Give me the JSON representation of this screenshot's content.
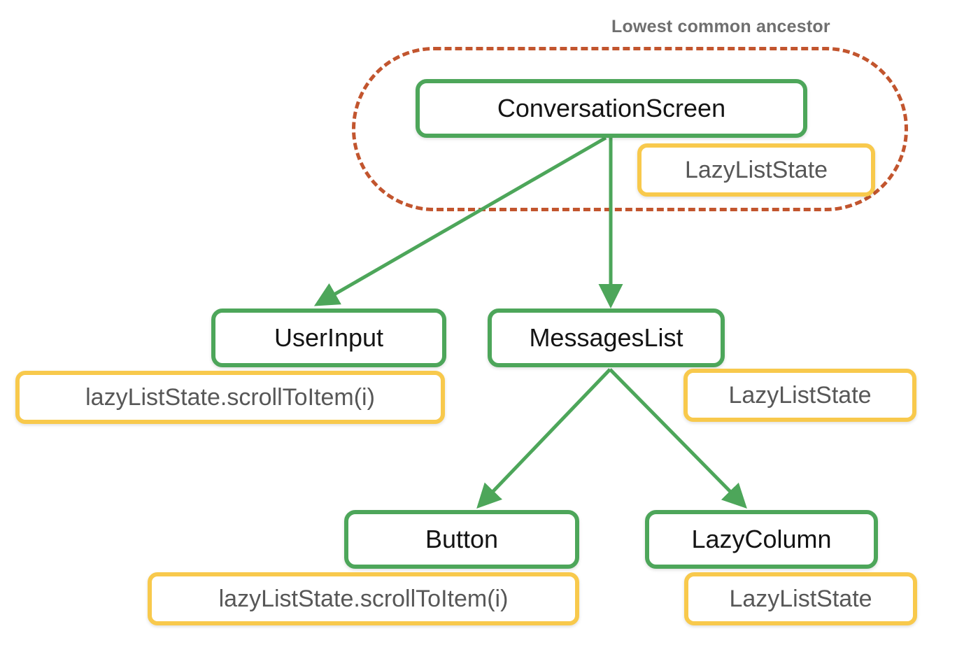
{
  "diagram": {
    "title_annotation": "Lowest common ancestor",
    "colors": {
      "node_border": "#4da65a",
      "state_border": "#f8c94c",
      "group_outline": "#c2552e",
      "edge": "#4da65a",
      "node_text": "#141414",
      "state_text": "#575757",
      "annotation_text": "#6f6f6f",
      "background": "#ffffff"
    },
    "nodes": [
      {
        "id": "conversationscreen",
        "label": "ConversationScreen",
        "kind": "composable"
      },
      {
        "id": "userinput",
        "label": "UserInput",
        "kind": "composable"
      },
      {
        "id": "messageslist",
        "label": "MessagesList",
        "kind": "composable"
      },
      {
        "id": "button",
        "label": "Button",
        "kind": "composable"
      },
      {
        "id": "lazycolumn",
        "label": "LazyColumn",
        "kind": "composable"
      }
    ],
    "state_chips": [
      {
        "id": "state-conversationscreen",
        "owner": "conversationscreen",
        "label": "LazyListState"
      },
      {
        "id": "state-userinput",
        "owner": "userinput",
        "label": "lazyListState.scrollToItem(i)"
      },
      {
        "id": "state-messageslist",
        "owner": "messageslist",
        "label": "LazyListState"
      },
      {
        "id": "state-button",
        "owner": "button",
        "label": "lazyListState.scrollToItem(i)"
      },
      {
        "id": "state-lazycolumn",
        "owner": "lazycolumn",
        "label": "LazyListState"
      }
    ],
    "edges": [
      {
        "from": "conversationscreen",
        "to": "userinput"
      },
      {
        "from": "conversationscreen",
        "to": "messageslist"
      },
      {
        "from": "messageslist",
        "to": "button"
      },
      {
        "from": "messageslist",
        "to": "lazycolumn"
      }
    ],
    "group": {
      "label": "Lowest common ancestor",
      "members": [
        "conversationscreen",
        "state-conversationscreen"
      ],
      "style": "dashed"
    }
  }
}
